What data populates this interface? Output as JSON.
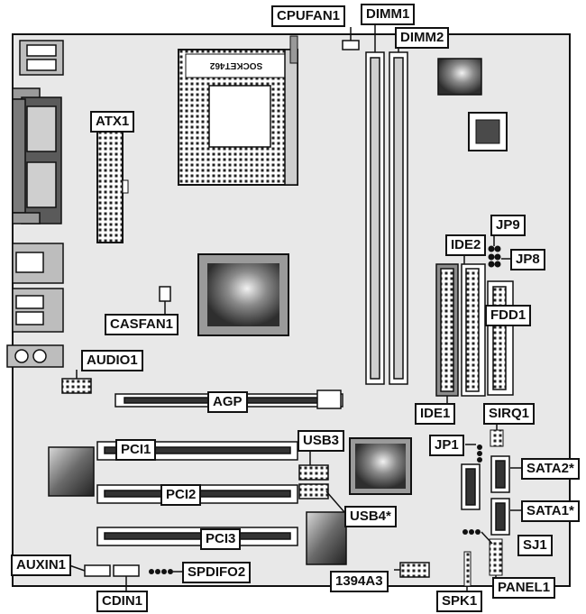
{
  "labels": {
    "cpufan1": "CPUFAN1",
    "dimm1": "DIMM1",
    "dimm2": "DIMM2",
    "socket": "SOCKET462",
    "atx1": "ATX1",
    "jp9": "JP9",
    "ide2": "IDE2",
    "jp8": "JP8",
    "fdd1": "FDD1",
    "casfan1": "CASFAN1",
    "audio1": "AUDIO1",
    "agp": "AGP",
    "ide1": "IDE1",
    "sirq1": "SIRQ1",
    "pci1": "PCI1",
    "usb3": "USB3",
    "jp1": "JP1",
    "sata2": "SATA2*",
    "pci2": "PCI2",
    "usb4": "USB4*",
    "sata1": "SATA1*",
    "pci3": "PCI3",
    "sj1": "SJ1",
    "auxin1": "AUXIN1",
    "spdifo2": "SPDIFO2",
    "ieee1394": "1394A3",
    "panel1": "PANEL1",
    "cdin1": "CDIN1",
    "spk1": "SPK1"
  },
  "colors": {
    "board": "#e8e8e8",
    "outline": "#111111",
    "slot_fill": "#ffffff",
    "chip_dark": "#4a4a4a",
    "chip_light": "#cfcfcf",
    "ide_dark": "#8c8c8c"
  }
}
